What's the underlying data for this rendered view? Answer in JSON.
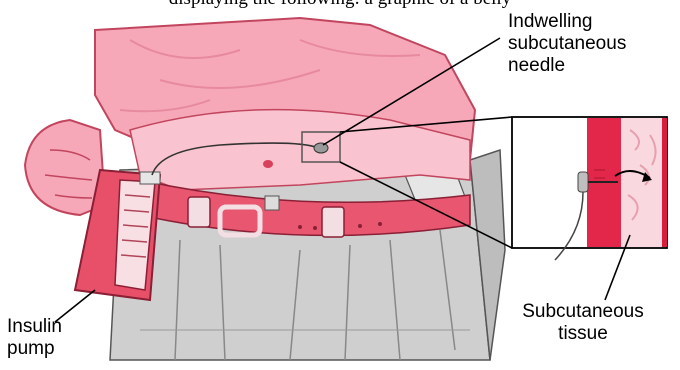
{
  "caption_top": "displaying the following: a graphic of a belly",
  "labels": {
    "needle": [
      "Indwelling",
      "subcutaneous",
      "needle"
    ],
    "pump": [
      "Insulin",
      "pump"
    ],
    "tissue": [
      "Subcutaneous",
      "tissue"
    ]
  },
  "colors": {
    "skin": "#f3a3b3",
    "skin_light": "#fbd3dc",
    "belt": "#e85670",
    "pump": "#e8506a",
    "pants": "#c9c9c9",
    "line": "#000000"
  }
}
